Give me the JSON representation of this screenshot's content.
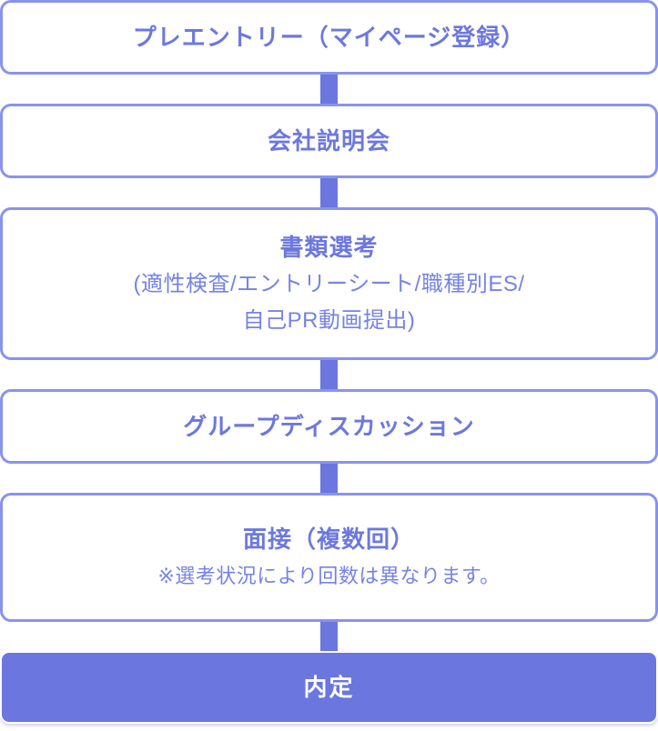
{
  "flow": {
    "steps": [
      {
        "title": "プレエントリー（マイページ登録）"
      },
      {
        "title": "会社説明会"
      },
      {
        "title": "書類選考",
        "subtitle_line1": "(適性検査/エントリーシート/職種別ES/",
        "subtitle_line2": "自己PR動画提出)"
      },
      {
        "title": "グループディスカッション"
      },
      {
        "title": "面接（複数回）",
        "note": "※選考状況により回数は異なります。"
      },
      {
        "title": "内定"
      }
    ]
  },
  "colors": {
    "accent_fill": "#6B76DF",
    "box_border": "#8A93EC",
    "title_text": "#6C78DF",
    "sub_text": "#7683E4",
    "filled_step_text": "#FFFFFF",
    "box_background": "#FFFFFF"
  }
}
